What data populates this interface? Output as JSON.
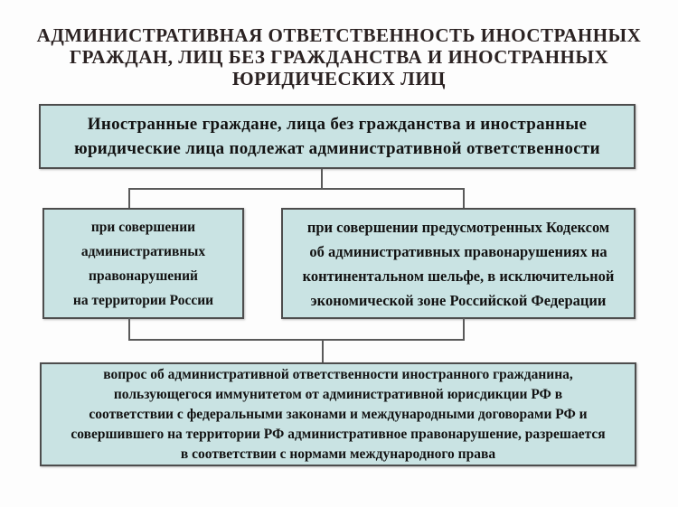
{
  "title": {
    "lines": [
      "АДМИНИСТРАТИВНАЯ ОТВЕТСТВЕННОСТЬ ИНОСТРАННЫХ",
      "ГРАЖДАН, ЛИЦ БЕЗ ГРАЖДАНСТВА И ИНОСТРАННЫХ",
      "ЮРИДИЧЕСКИХ ЛИЦ"
    ]
  },
  "diagram": {
    "root_box": {
      "lines": [
        "Иностранные граждане, лица без гражданства и иностранные",
        "юридические лица подлежат административной ответственности"
      ]
    },
    "branch_left": {
      "lines": [
        "при совершении",
        "административных",
        "правонарушений",
        "на территории России"
      ]
    },
    "branch_right": {
      "lines": [
        "при совершении предусмотренных Кодексом",
        "об административных правонарушениях на",
        "континентальном шельфе, в исключительной",
        "экономической зоне Российской Федерации"
      ]
    },
    "result_box": {
      "lines": [
        "вопрос об административной ответственности иностранного гражданина,",
        "пользующегося иммунитетом от административной юрисдикции РФ в",
        "соответствии с федеральными законами и международными договорами РФ и",
        "совершившего на территории РФ административное правонарушение, разрешается",
        "в соответствии с нормами международного права"
      ]
    }
  },
  "colors": {
    "background": "#fdfdfd",
    "box_fill": "#c9e3e3",
    "box_border": "#4d4d4d",
    "connector": "#5a5a5a",
    "title_text": "#2b2222",
    "box_text": "#121212"
  }
}
